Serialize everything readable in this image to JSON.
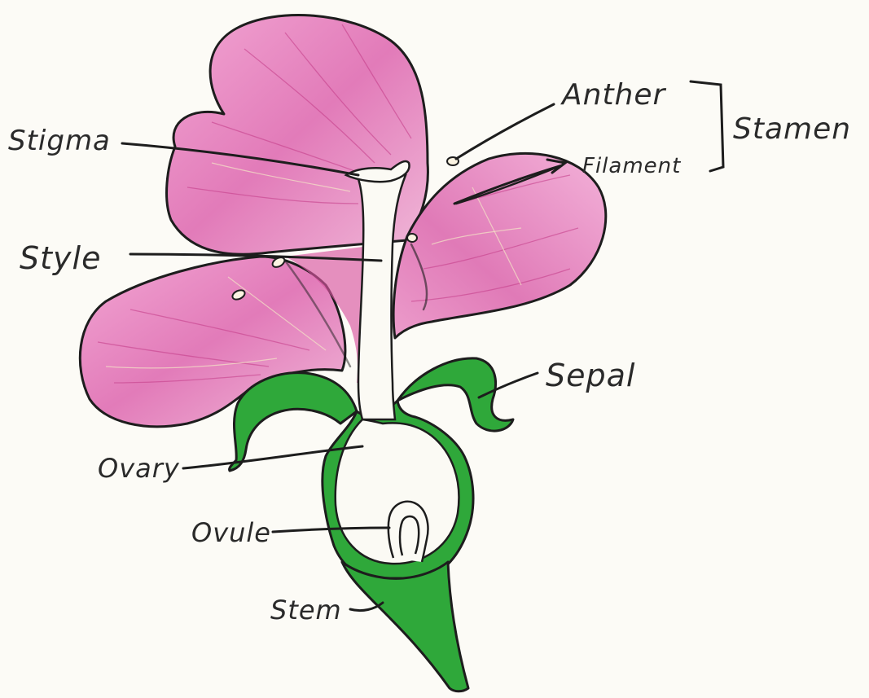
{
  "labels": {
    "stigma": "Stigma",
    "style": "Style",
    "ovary": "Ovary",
    "ovule": "Ovule",
    "stem": "Stem",
    "anther": "Anther",
    "filament": "Filament",
    "stamen": "Stamen",
    "sepal": "Sepal"
  },
  "colors": {
    "petal": "#e98cc4",
    "petal_shade": "#d9559f",
    "sepal": "#2fa83a",
    "outline": "#1d1d1d",
    "paper": "#fcfbf6"
  }
}
